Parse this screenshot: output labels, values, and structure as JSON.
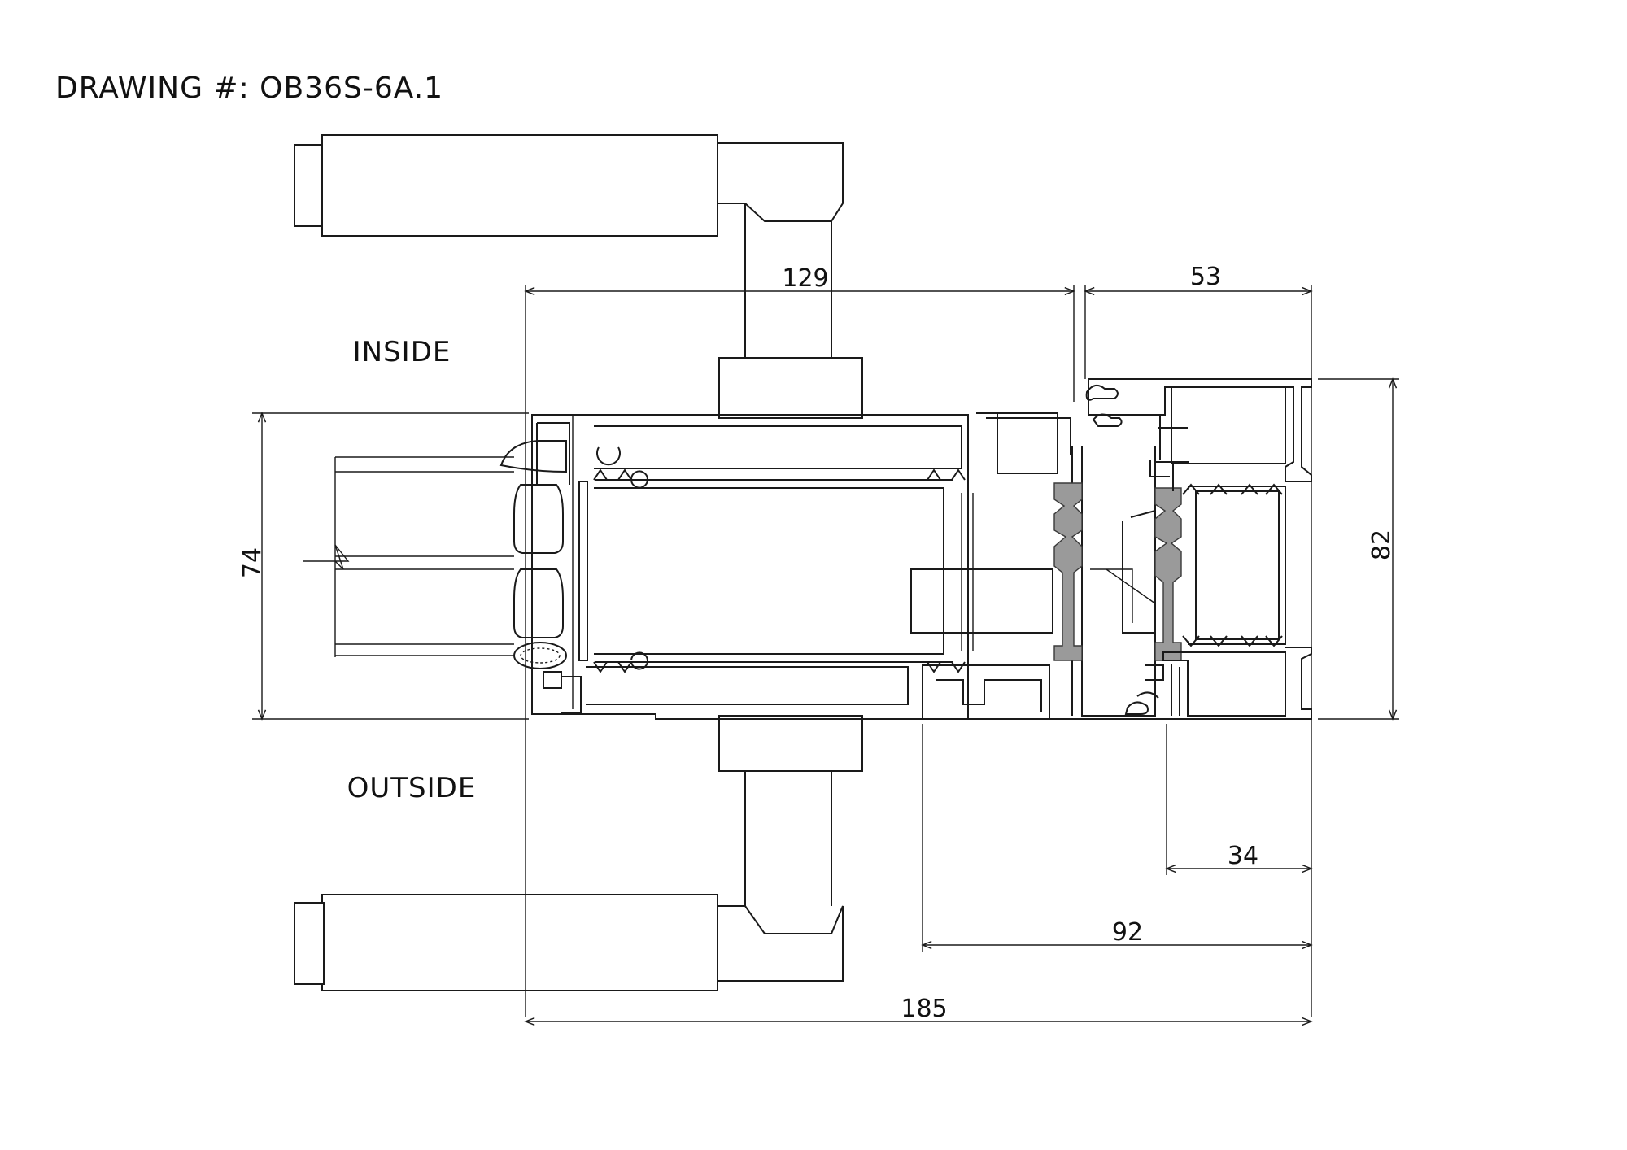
{
  "title": "DRAWING #: OB36S-6A.1",
  "labels": {
    "inside": "INSIDE",
    "outside": "OUTSIDE"
  },
  "dimensions": {
    "d129": "129",
    "d53": "53",
    "d74": "74",
    "d82": "82",
    "d34": "34",
    "d92": "92",
    "d185": "185"
  }
}
